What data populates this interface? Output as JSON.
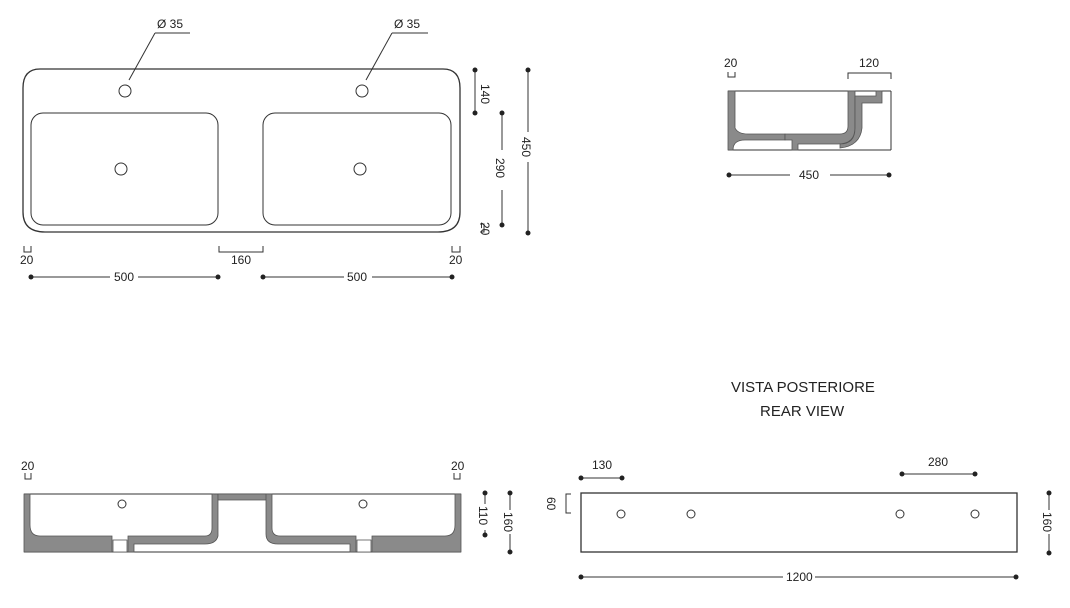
{
  "top_view": {
    "hole_left": "Ø 35",
    "hole_right": "Ø 35",
    "rim_top": "140",
    "basin_depth": "290",
    "rim_bottom": "20",
    "total_depth": "450",
    "edge_left": "20",
    "center_gap": "160",
    "edge_right": "20",
    "basin_left_width": "500",
    "basin_right_width": "500"
  },
  "side_section": {
    "wall": "20",
    "back_shelf": "120",
    "depth": "450"
  },
  "front_section": {
    "wall_left": "20",
    "wall_right": "20",
    "inner_height": "110",
    "total_height": "160"
  },
  "rear_view": {
    "caption_it": "VISTA POSTERIORE",
    "caption_en": "REAR VIEW",
    "offset_left": "130",
    "hole_spacing": "280",
    "hole_height": "60",
    "height": "160",
    "length": "1200"
  }
}
